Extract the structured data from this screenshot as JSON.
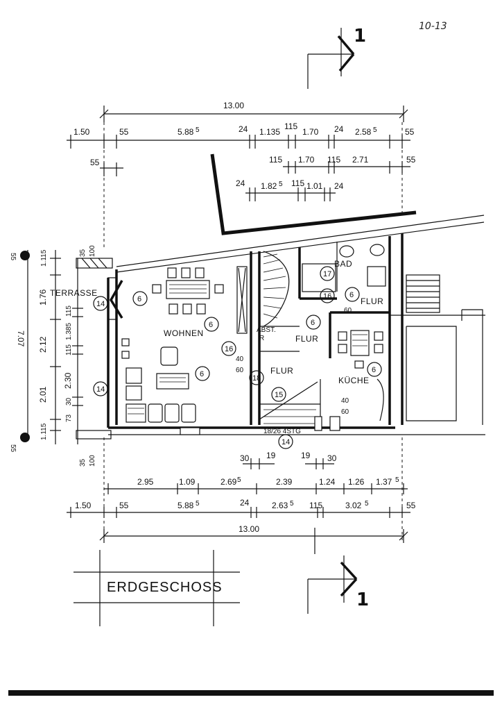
{
  "sheet": {
    "page_number": "10-13",
    "title": "ERDGESCHOSS",
    "section_mark": "1"
  },
  "rooms": {
    "terrasse": "TERRASSE",
    "wohnen": "WOHNEN",
    "abst": "ABST.",
    "abst_sub": "R",
    "flur_a": "FLUR",
    "flur_b": "FLUR",
    "flur_c": "FLUR",
    "bad": "BAD",
    "kueche": "KÜCHE",
    "stg": "18/26 4STG"
  },
  "markers": {
    "m14_a": "14",
    "m14_b": "14",
    "m14_c": "14",
    "m6_a": "6",
    "m6_b": "6",
    "m6_c": "6",
    "m6_d": "6",
    "m6_e": "6",
    "m6_f": "6",
    "m16": "16",
    "m18": "18",
    "m15": "15",
    "m17": "17",
    "m16b": "16"
  },
  "annotations": {
    "a40": "40",
    "a60": "60",
    "b40": "40",
    "b60": "60",
    "c60": "60"
  },
  "dimensions": {
    "overall_top": "13.00",
    "overall_bottom": "13.00",
    "top_row1": [
      "1.50",
      "55",
      "5.88",
      "5",
      "24",
      "1.135",
      "115",
      "1.70",
      "24",
      "2.58",
      "5",
      "55"
    ],
    "top_row2": [
      "55",
      "115",
      "1.70",
      "115",
      "2.71",
      "55"
    ],
    "top_row3": [
      "24",
      "1.82",
      "5",
      "115",
      "1.01",
      "24"
    ],
    "bottom_row1": [
      "30",
      "19",
      "19",
      "30"
    ],
    "bottom_row2": [
      "2.95",
      "1.09",
      "2.69",
      "5",
      "2.39",
      "1.24",
      "1.26",
      "1.37",
      "5"
    ],
    "bottom_row3": [
      "1.50",
      "55",
      "5.88",
      "5",
      "24",
      "2.63",
      "5",
      "115",
      "3.02",
      "5",
      "55"
    ],
    "left_stack": [
      "1.115",
      "1.76",
      "2.12",
      "2.01",
      "1.115"
    ],
    "left_inner": [
      "115",
      "1.385",
      "115",
      "2.30",
      "30",
      "73"
    ],
    "left_total": "7.07",
    "left_marks": [
      "35",
      "100",
      "35",
      "100"
    ],
    "left_55a": "55",
    "left_55b": "55"
  }
}
